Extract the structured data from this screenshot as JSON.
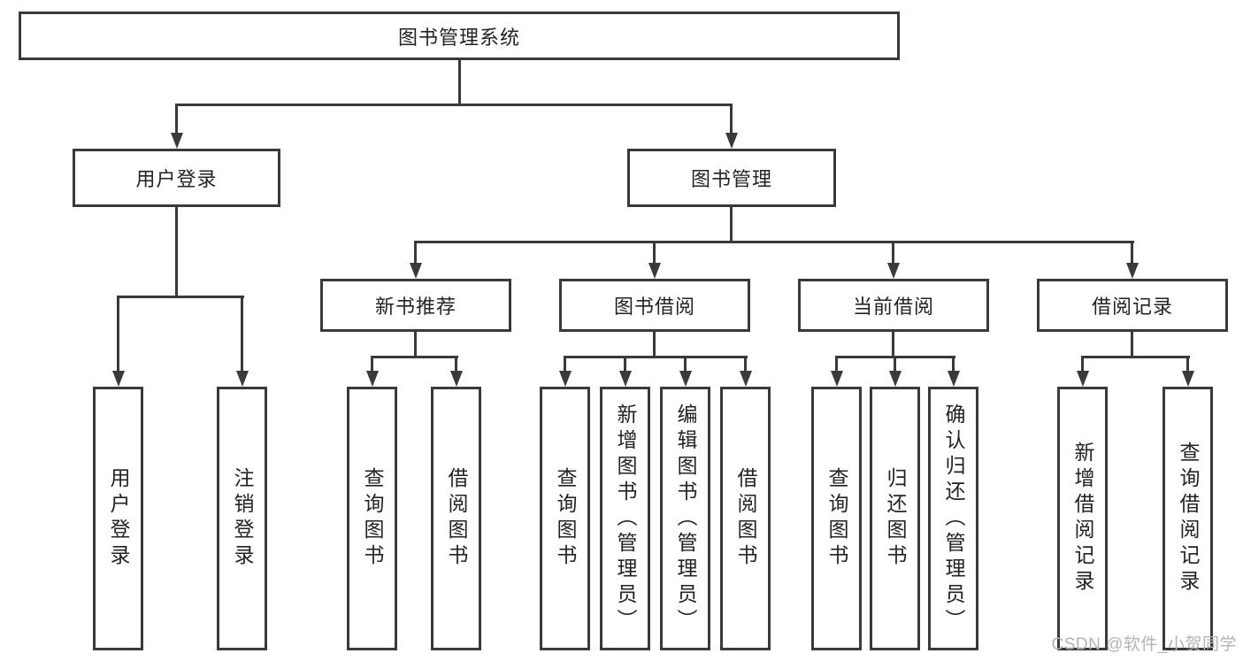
{
  "diagram": {
    "root": {
      "label": "图书管理系统"
    },
    "level1": {
      "user_login": "用户登录",
      "book_mgmt": "图书管理"
    },
    "level2": {
      "new_books": "新书推荐",
      "book_borrow": "图书借阅",
      "current_borrow": "当前借阅",
      "borrow_records": "借阅记录"
    },
    "leaves": {
      "user_login_leaf": "用户登录",
      "logout": "注销登录",
      "nb_query": "查询图书",
      "nb_borrow": "借阅图书",
      "bb_query": "查询图书",
      "bb_add": "新增图书（管理员）",
      "bb_edit": "编辑图书（管理员）",
      "bb_borrow": "借阅图书",
      "cb_query": "查询图书",
      "cb_return": "归还图书",
      "cb_confirm": "确认归还（管理员）",
      "br_add": "新增借阅记录",
      "br_query": "查询借阅记录"
    }
  },
  "watermark": {
    "text": "CSDN @软件_小贺同学",
    "color": "#b3b3b3"
  },
  "colors": {
    "line": "#3a3a3a",
    "text": "#232323",
    "background": "#ffffff"
  }
}
